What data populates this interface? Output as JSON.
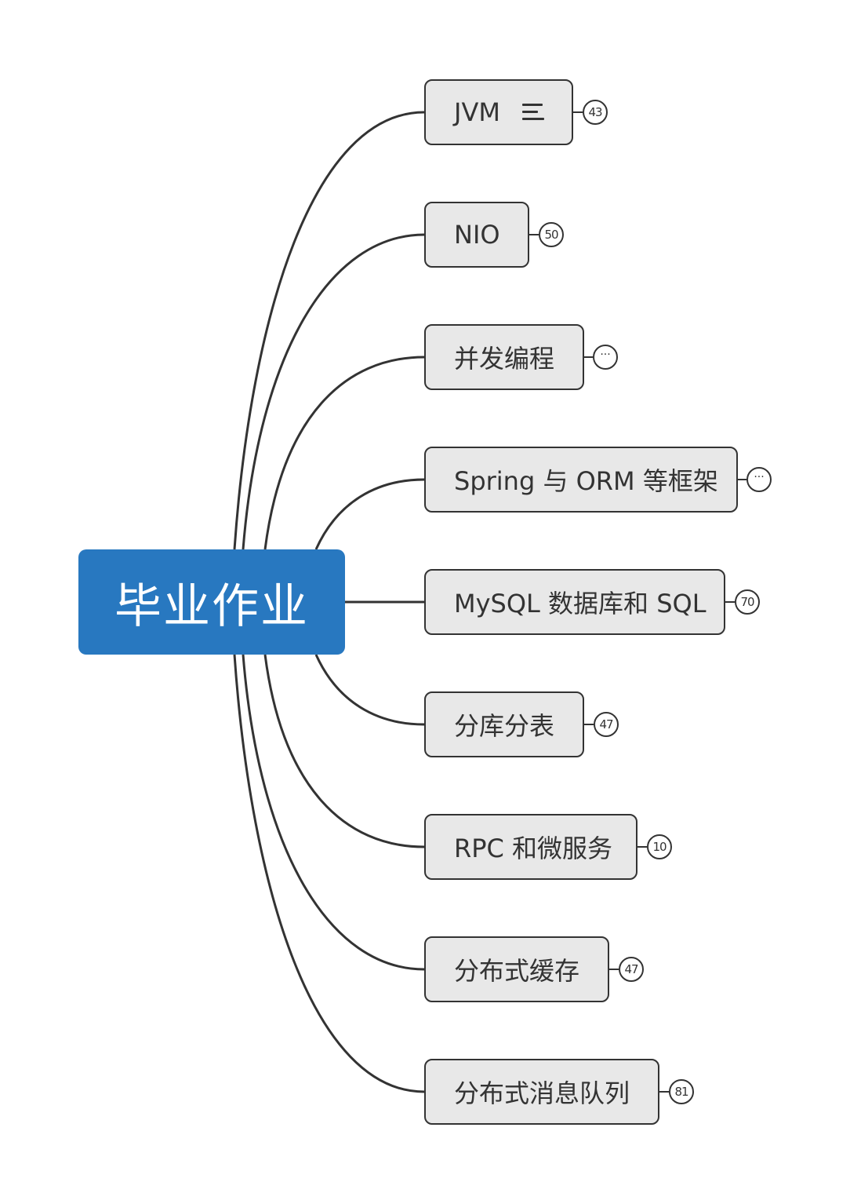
{
  "root": {
    "label": "毕业作业",
    "color": "#2878c0"
  },
  "topics": [
    {
      "label": "JVM",
      "count": "43",
      "has_notes": true
    },
    {
      "label": "NIO",
      "count": "50"
    },
    {
      "label": "并发编程",
      "count": "···"
    },
    {
      "label": "Spring 与 ORM 等框架",
      "count": "···"
    },
    {
      "label": "MySQL 数据库和 SQL",
      "count": "70"
    },
    {
      "label": "分库分表",
      "count": "47"
    },
    {
      "label": "RPC 和微服务",
      "count": "10"
    },
    {
      "label": "分布式缓存",
      "count": "47"
    },
    {
      "label": "分布式消息队列",
      "count": "81"
    }
  ],
  "colors": {
    "topic_fill": "#e8e8e8",
    "line": "#333333"
  },
  "icons": {
    "notes": "notes-icon",
    "collapsed": "ellipsis-icon"
  }
}
